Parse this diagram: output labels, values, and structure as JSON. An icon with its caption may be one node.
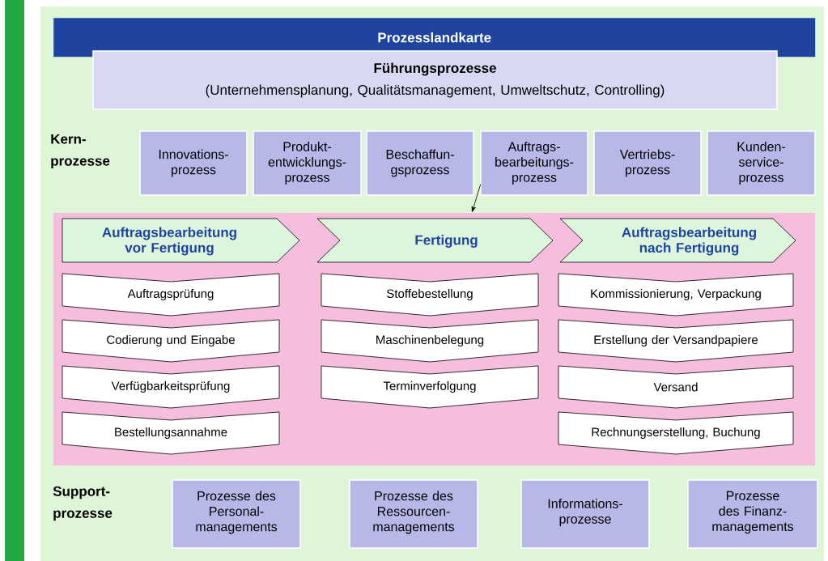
{
  "diagram": {
    "title": "Prozesslandkarte",
    "nodes": [
      {
        "text": [
          "Führungsprozesse",
          "(Unternehmensplanung, Qualitätsmanagement, Umweltschutz, Controlling)"
        ]
      },
      {
        "text": [
          "Innovations- prozess"
        ]
      },
      {
        "text": [
          "Produkt- entwicklungs- prozess"
        ]
      },
      {
        "text": [
          "Beschaffun- gsprozess"
        ]
      },
      {
        "text": [
          "Auftrags- bearbeitungs- prozess"
        ]
      },
      {
        "text": [
          "Vertriebs- prozess"
        ]
      },
      {
        "text": [
          "Kunden- service- prozess"
        ]
      },
      {
        "text": [],
        "shape": "box"
      },
      {
        "text": [
          "Auftragsbearbeitung vor Fertigung"
        ],
        "in": 7
      },
      {
        "text": [
          "Fertigung"
        ],
        "in": 7
      },
      {
        "text": [
          "Auftragsbearbeitung nach Fertigung"
        ],
        "in": 7
      },
      {
        "text": [
          "Auftragsprüfung"
        ],
        "in": 7
      },
      {
        "text": [
          "Codierung und Eingabe"
        ],
        "in": 7
      },
      {
        "text": [
          "Verfügbarkeitsprüfung"
        ],
        "in": 7
      },
      {
        "text": [
          "Bestellungsannahme"
        ],
        "in": 7
      },
      {
        "text": [
          "Stoffebestellung"
        ],
        "in": 7
      },
      {
        "text": [
          "Maschinenbelegung"
        ],
        "in": 7
      },
      {
        "text": [
          "Terminverfolgung"
        ],
        "in": 7
      },
      {
        "text": [
          "Kommissionierung, Verpackung"
        ],
        "in": 7
      },
      {
        "text": [
          "Erstellung der Versandpapiere"
        ],
        "in": 7
      },
      {
        "text": [
          "Versand"
        ],
        "in": 7
      },
      {
        "text": [
          "Rechnungserstellung, Buchung"
        ],
        "in": 7
      },
      {
        "text": [
          "Prozesse des Personal- managements"
        ]
      },
      {
        "text": [
          "Prozesse des Ressourcen- managements"
        ]
      },
      {
        "text": [
          "Informations- prozesse"
        ]
      },
      {
        "text": [
          "Prozesse des Finanz- managements"
        ]
      }
    ],
    "edges": [
      {
        "from": 4,
        "to": 7,
        "arrow": "to"
      }
    ],
    "labels": [
      "Kern- prozesse",
      "Support- prozesse"
    ]
  }
}
